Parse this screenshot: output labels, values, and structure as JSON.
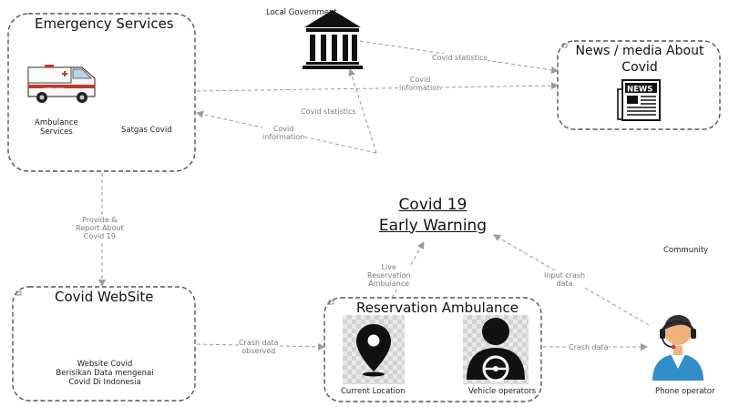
{
  "nodes": {
    "emergency": {
      "title": "Emergency Services",
      "ambulance_label": "Ambulance\nServices",
      "satgas_label": "Satgas Covid",
      "ambulance_sign": "AMBULANCE"
    },
    "local_gov": {
      "label": "Local Government"
    },
    "news": {
      "title": "News / media About Covid",
      "sign": "NEWS"
    },
    "website": {
      "title": "Covid WebSite",
      "body": "Website Covid\nBerisikan Data mengenai\nCovid Di Indonesia"
    },
    "reservation": {
      "title": "Reservation Ambulance",
      "location_label": "Current Location",
      "operators_label": "Vehicle operators"
    },
    "community": {
      "label": "Community"
    },
    "phone_operator": {
      "label": "Phone operator"
    }
  },
  "center": {
    "line1": "Covid 19",
    "line2": "Early Warning"
  },
  "edges": {
    "stats_news": "Covid statistics",
    "info_news": "Covid\ninformation",
    "stats_emergency": "Covid statistics",
    "info_emergency": "Covid\ninformation",
    "provide": "Provide &\nReport About\nCovid 19",
    "live": "Live\nReservation\nAmbulance",
    "input": "Input crash\ndata",
    "crash_observed": "Crash data\nobserved",
    "crash_data": "Crash data"
  },
  "colors": {
    "line": "#555555",
    "edge_arrow": "#9a9a9a",
    "operator_shirt": "#2f8fc6",
    "operator_skin": "#f0b27a",
    "headset": "#222222",
    "mic": "#d13b3b",
    "ambulance_stripe": "#c0392b"
  }
}
